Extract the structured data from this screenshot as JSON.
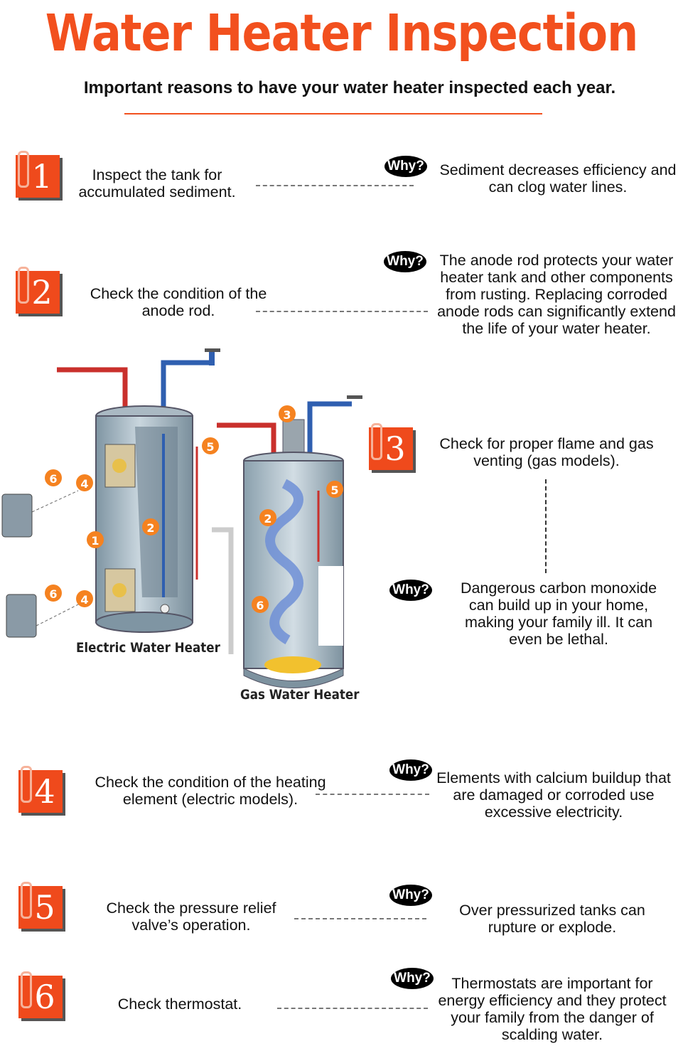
{
  "header": {
    "title": "Water Heater Inspection",
    "subtitle": "Important reasons to have your water heater inspected each year."
  },
  "why_label": "Why?",
  "items": [
    {
      "number": "1",
      "task": "Inspect the tank for accumulated sediment.",
      "reason": "Sediment decreases efficiency and can clog water lines."
    },
    {
      "number": "2",
      "task": "Check the condition of the anode rod.",
      "reason": "The anode rod protects your water heater tank and other components from rusting. Replacing corroded anode rods can significantly extend the life of your water heater."
    },
    {
      "number": "3",
      "task": "Check for proper flame and gas venting (gas models).",
      "reason": "Dangerous carbon monoxide can build up in your home, making your family ill. It can even be lethal."
    },
    {
      "number": "4",
      "task": "Check the condition of the heating element (electric models).",
      "reason": "Elements with calcium buildup that are damaged or corroded use excessive electricity."
    },
    {
      "number": "5",
      "task": "Check the pressure relief valve’s operation.",
      "reason": "Over pressurized tanks can rupture or explode."
    },
    {
      "number": "6",
      "task": "Check thermostat.",
      "reason": "Thermostats are important for energy efficiency and they protect your family from the danger of scalding water."
    }
  ],
  "diagram": {
    "electric_label": "Electric Water Heater",
    "gas_label": "Gas Water Heater",
    "markers": [
      "1",
      "2",
      "3",
      "4",
      "5",
      "6"
    ]
  },
  "colors": {
    "accent": "#f2501e",
    "badge": "#ef4a1c",
    "marker": "#f58220",
    "tank": "#9fb3c0"
  }
}
